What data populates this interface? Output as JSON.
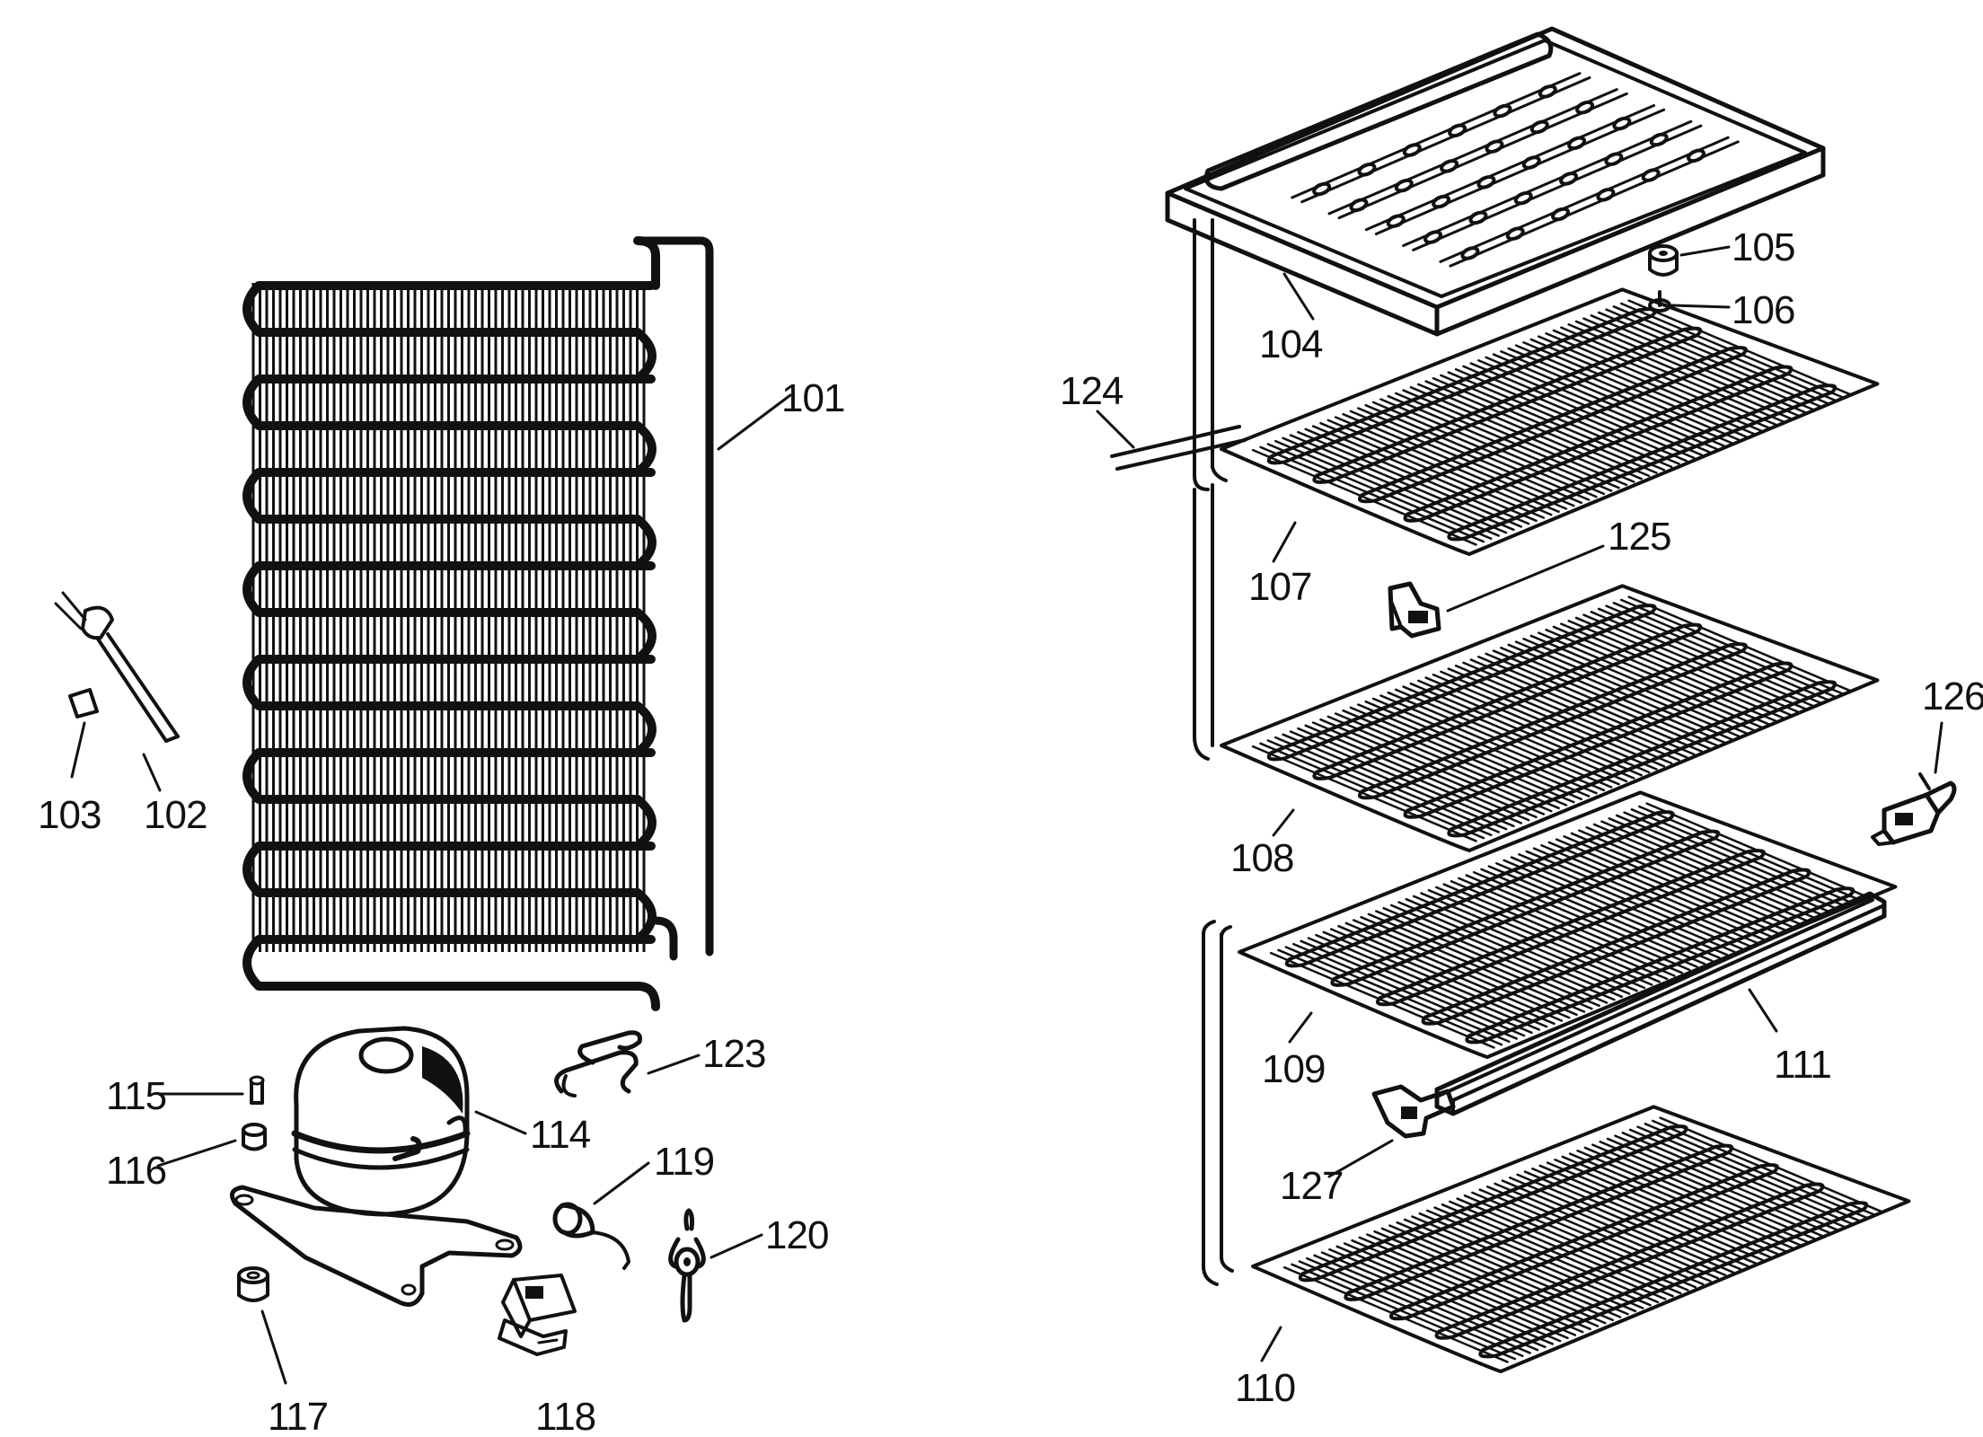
{
  "parts": {
    "p101": "101",
    "p102": "102",
    "p103": "103",
    "p104": "104",
    "p105": "105",
    "p106": "106",
    "p107": "107",
    "p108": "108",
    "p109": "109",
    "p110": "110",
    "p111": "111",
    "p114": "114",
    "p115": "115",
    "p116": "116",
    "p117": "117",
    "p118": "118",
    "p119": "119",
    "p120": "120",
    "p123": "123",
    "p124": "124",
    "p125": "125",
    "p126": "126",
    "p127": "127"
  },
  "colors": {
    "ink": "#111111",
    "paper": "#ffffff"
  }
}
